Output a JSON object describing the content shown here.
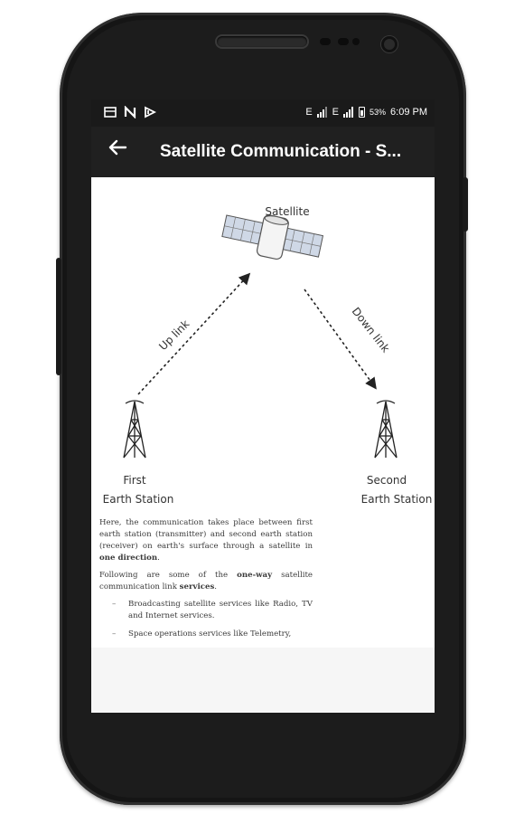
{
  "status_bar": {
    "left_icons": [
      "notification-icon-1",
      "notification-icon-2",
      "notification-icon-3"
    ],
    "network_1": "E",
    "network_2": "E",
    "battery": "53%",
    "time": "6:09 PM"
  },
  "app_bar": {
    "back_icon": "arrow-left-icon",
    "title": "Satellite Communication - S..."
  },
  "diagram": {
    "satellite_label": "Satellite",
    "uplink_label": "Up link",
    "downlink_label": "Down link",
    "station1_line1": "First",
    "station1_line2": "Earth Station",
    "station2_line1": "Second",
    "station2_line2": "Earth Station"
  },
  "article": {
    "p1_a": "Here, the communication takes place between first earth station (transmitter) and second earth station (receiver) on earth's surface through a satellite in ",
    "p1_b": "one direction",
    "p1_c": ".",
    "p2_a": "Following are some of the ",
    "p2_b": "one-way",
    "p2_c": " satellite communication link ",
    "p2_d": "services",
    "p2_e": ".",
    "bullet1": "Broadcasting satellite services like Radio, TV and Internet services.",
    "bullet2": "Space operations services like Telemetry,"
  },
  "colors": {
    "status_bar": "#1a1a1a",
    "app_bar": "#202020",
    "phone_body": "#151515"
  }
}
